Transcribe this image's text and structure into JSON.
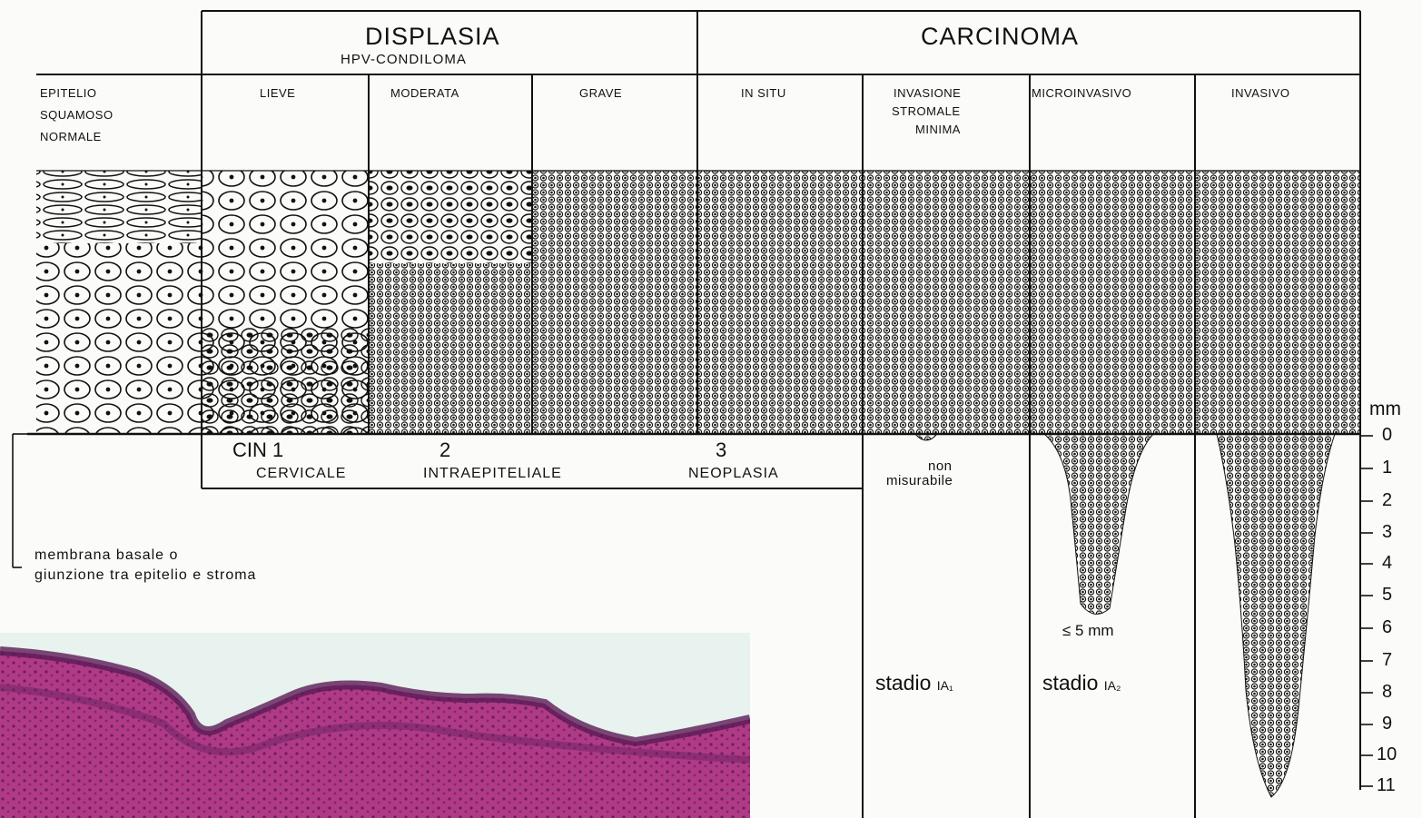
{
  "header": {
    "displasia": "DISPLASIA",
    "hpv": "HPV-CONDILOMA",
    "carcinoma": "CARCINOMA"
  },
  "columns": {
    "normale": [
      "EPITELIO",
      "SQUAMOSO",
      "NORMALE"
    ],
    "lieve": "LIEVE",
    "moderata": "MODERATA",
    "grave": "GRAVE",
    "in_situ": "IN SITU",
    "invasione": [
      "INVASIONE",
      "STROMALE",
      "MINIMA"
    ],
    "microinvasivo": "MICROINVASIVO",
    "invasivo": "INVASIVO"
  },
  "cin": {
    "label1": "CIN 1",
    "label2": "2",
    "label3": "3",
    "cervicale": "CERVICALE",
    "intraepiteliale": "INTRAEPITELIALE",
    "neoplasia": "NEOPLASIA"
  },
  "membrane_note": [
    "membrana basale o",
    "giunzione tra epitelio e stroma"
  ],
  "non_misurabile": [
    "non",
    "misurabile"
  ],
  "depth_limit": "≤ 5 mm",
  "stadio_a1": "stadio",
  "stadio_a1_sub": "IA₁",
  "stadio_a2": "stadio",
  "stadio_a2_sub": "IA₂",
  "scale": {
    "unit": "mm",
    "ticks": [
      "0",
      "1",
      "2",
      "3",
      "4",
      "5",
      "6",
      "7",
      "8",
      "9",
      "10",
      "11"
    ]
  },
  "colors": {
    "line": "#111111",
    "stain_pink": "#c24a95",
    "stain_dark": "#5a1a55",
    "background": "#fbfbf9"
  }
}
